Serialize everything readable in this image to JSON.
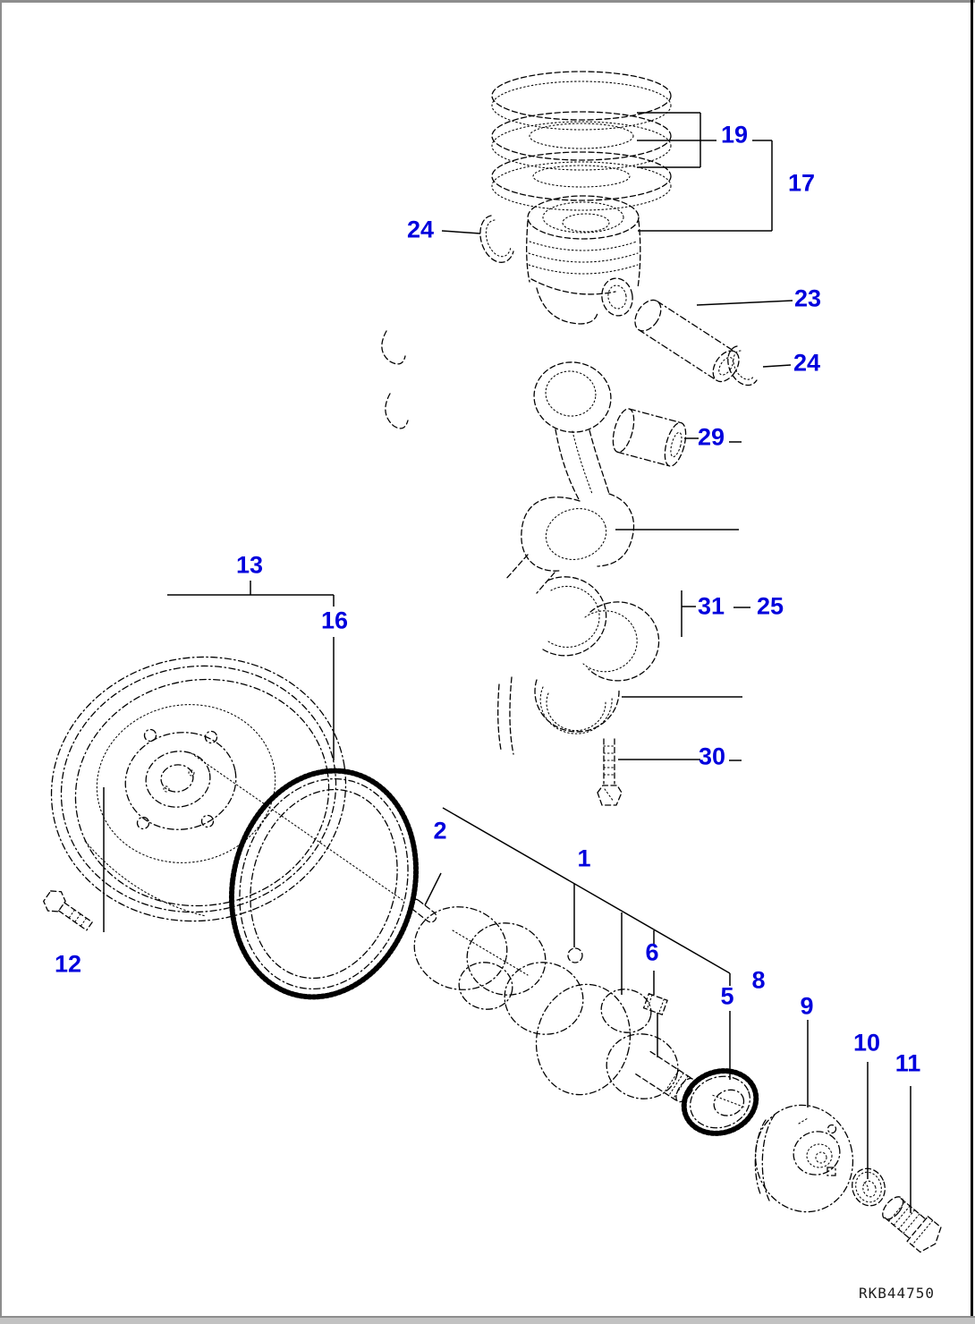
{
  "diagram": {
    "drawing_code": "RKB44750",
    "colors": {
      "label": "#0000DD",
      "line": "#000000"
    },
    "callouts": {
      "n19": "19",
      "n17": "17",
      "n24_left": "24",
      "n23": "23",
      "n24_right": "24",
      "n29": "29",
      "n13": "13",
      "n16": "16",
      "n31": "31",
      "n25": "25",
      "n30": "30",
      "n12": "12",
      "n2": "2",
      "n1": "1",
      "n6": "6",
      "n8": "8",
      "n5": "5",
      "n9": "9",
      "n10": "10",
      "n11": "11"
    }
  }
}
